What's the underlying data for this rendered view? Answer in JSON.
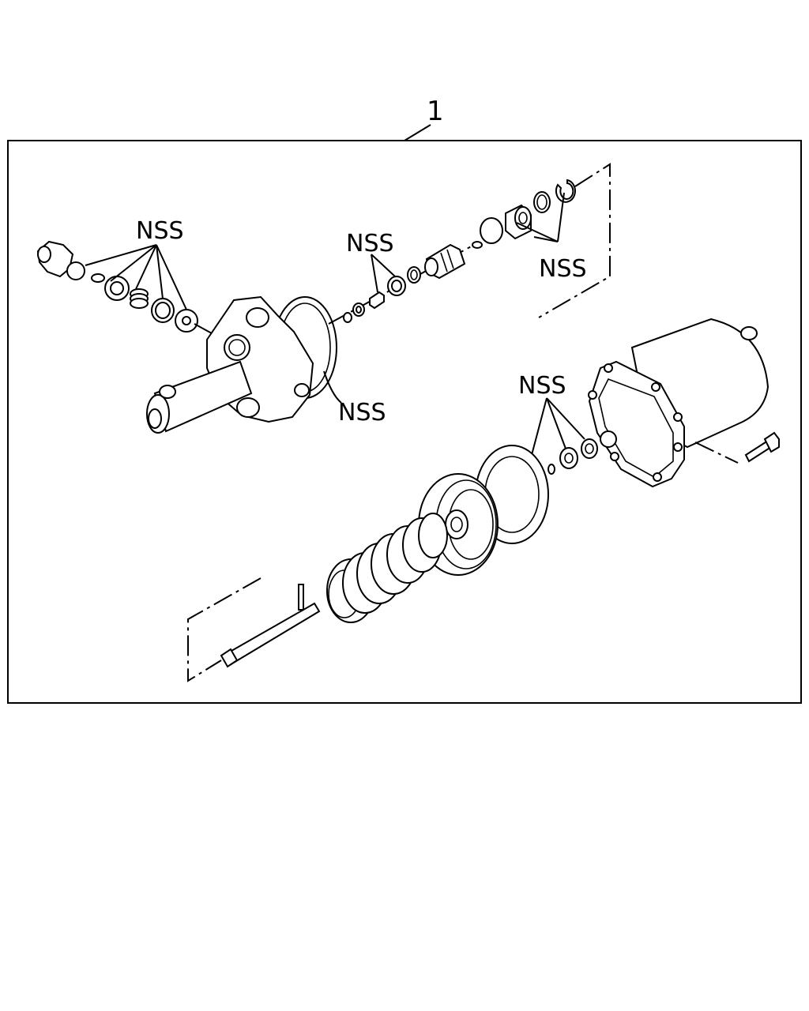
{
  "diagram": {
    "callout_number": "1",
    "labels": {
      "nss_top_left": "NSS",
      "nss_top_center": "NSS",
      "nss_top_right": "NSS",
      "nss_housing": "NSS",
      "nss_lower_right": "NSS"
    },
    "colors": {
      "line": "#000000",
      "background": "#ffffff"
    }
  }
}
